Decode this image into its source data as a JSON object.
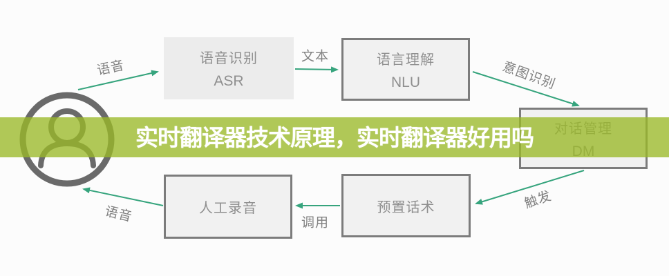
{
  "banner": {
    "title": "实时翻译器技术原理，实时翻译器好用吗"
  },
  "diagram": {
    "actor": "user-icon",
    "nodes": {
      "asr": {
        "title": "语音识别",
        "subtitle": "ASR"
      },
      "nlu": {
        "title": "语言理解",
        "subtitle": "NLU"
      },
      "dm": {
        "title": "对话管理",
        "subtitle": "DM"
      },
      "preset": {
        "title": "预置话术"
      },
      "manual": {
        "title": "人工录音"
      }
    },
    "edge_labels": {
      "voice_top": "语音",
      "text": "文本",
      "intent": "意图识别",
      "trigger": "触发",
      "call": "调用",
      "voice_bottom": "语音"
    }
  },
  "colors": {
    "banner_green": "#b0c757",
    "arrow_green": "#36a47d",
    "box_border": "#7c7c7c",
    "box_fill": "#f1f1f1",
    "box_fill_plain": "#ececec",
    "text_gray": "#8f8f8f",
    "icon_gray": "#6a6a6a"
  }
}
